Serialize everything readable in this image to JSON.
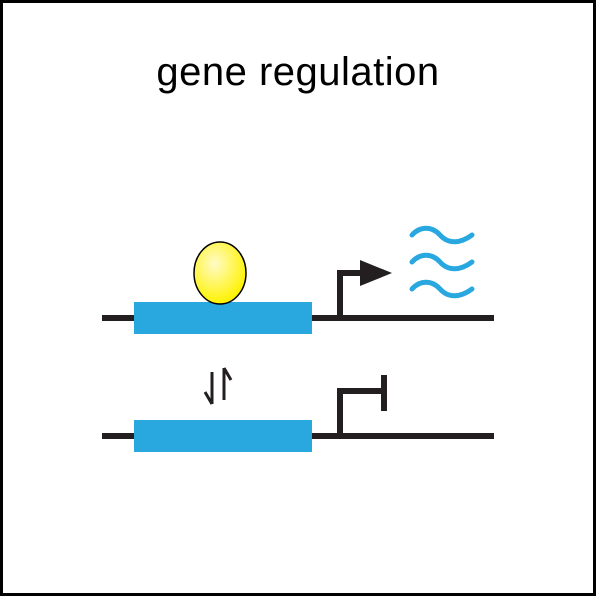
{
  "title": "gene regulation",
  "colors": {
    "border": "#000000",
    "dna_line": "#231f20",
    "gene_box": "#29a8e0",
    "protein_fill": "#fff200",
    "protein_highlight": "#fffbc7",
    "protein_stroke": "#000000",
    "transcript": "#29a8e0",
    "promoter": "#231f20"
  },
  "states": [
    {
      "name": "active",
      "bound_protein": true,
      "promoter": "arrow",
      "transcripts": 3
    },
    {
      "name": "repressed",
      "bound_protein": false,
      "promoter": "blocked",
      "transcripts": 0
    }
  ],
  "equilibrium_icon": "reversible-arrows-icon"
}
